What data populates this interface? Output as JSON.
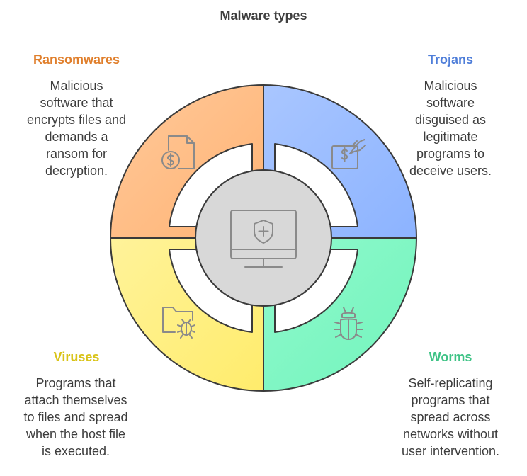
{
  "title": "Malware types",
  "colors": {
    "ransomwares": "#ffbb80",
    "trojans": "#9ebfff",
    "viruses": "#fff07a",
    "worms": "#7ff7c3",
    "center": "#d8d8d8",
    "outline": "#3a3a3a"
  },
  "center_icon": "monitor-shield-icon",
  "segments": {
    "ransomwares": {
      "label": "Ransomwares",
      "label_color": "#e07f2c",
      "icon": "file-dollar-icon",
      "description": "Malicious\nsoftware that\nencrypts files and\ndemands a\nransom for\ndecryption."
    },
    "trojans": {
      "label": "Trojans",
      "label_color": "#4f7ed9",
      "icon": "hand-dollar-icon",
      "description": "Malicious\nsoftware\ndisguised as\nlegitimate\nprograms to\ndeceive users."
    },
    "viruses": {
      "label": "Viruses",
      "label_color": "#d9c318",
      "icon": "folder-bug-icon",
      "description": "Programs that\nattach themselves\nto files and spread\nwhen the host file\nis executed."
    },
    "worms": {
      "label": "Worms",
      "label_color": "#3fc386",
      "icon": "bug-icon",
      "description": "Self-replicating\nprograms that\nspread across\nnetworks without\nuser intervention."
    }
  }
}
